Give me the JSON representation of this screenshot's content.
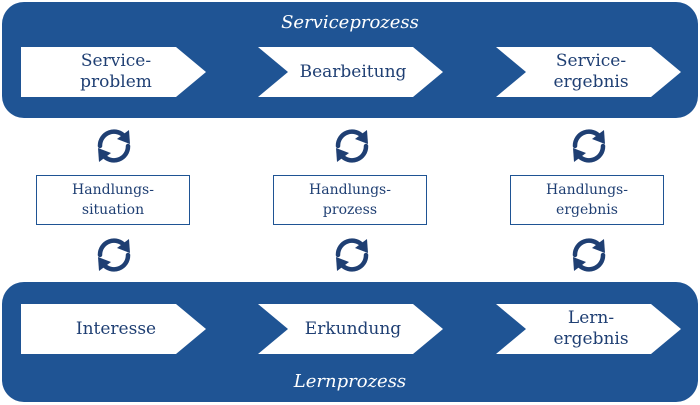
{
  "service_band": {
    "title": "Serviceprozess",
    "steps": [
      {
        "label": "Service-\nproblem"
      },
      {
        "label": "Bearbeitung"
      },
      {
        "label": "Service-\nergebnis"
      }
    ]
  },
  "middle_boxes": [
    {
      "label": "Handlungs-\nsituation"
    },
    {
      "label": "Handlungs-\nprozess"
    },
    {
      "label": "Handlungs-\nergebnis"
    }
  ],
  "learning_band": {
    "title": "Lernprozess",
    "steps": [
      {
        "label": "Interesse"
      },
      {
        "label": "Erkundung"
      },
      {
        "label": "Lern-\nergebnis"
      }
    ]
  },
  "colors": {
    "band_fill": "#1f5494",
    "text_dark": "#1f3f73",
    "cycle_icon": "#1f3f73"
  },
  "icons": {
    "cycle": "refresh-cycle-icon"
  }
}
